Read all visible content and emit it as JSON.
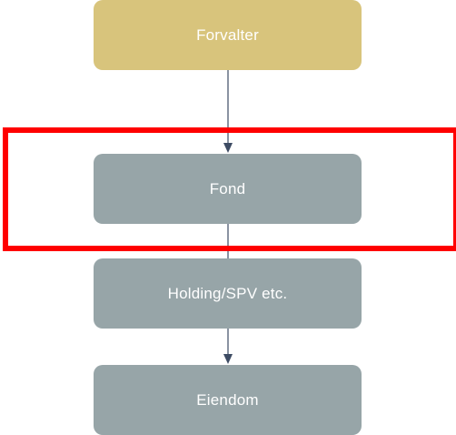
{
  "colors": {
    "forvalter_fill": "#d8c47c",
    "entity_fill": "#97a5a8",
    "text": "#ffffff",
    "connector": "#3d4b63",
    "highlight": "#ff0000"
  },
  "nodes": [
    {
      "label": "Forvalter"
    },
    {
      "label": "Fond"
    },
    {
      "label": "Holding/SPV etc."
    },
    {
      "label": "Eiendom"
    }
  ]
}
